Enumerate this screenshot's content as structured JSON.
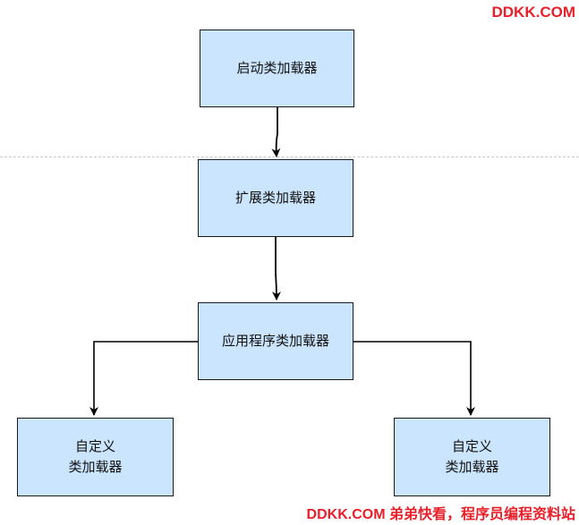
{
  "nodes": {
    "bootstrap": "启动类加载器",
    "extension": "扩展类加载器",
    "application": "应用程序类加载器",
    "custom_left": "自定义\n类加载器",
    "custom_right": "自定义\n类加载器"
  },
  "watermarks": {
    "top": "DDKK.COM",
    "bottom": "DDKK.COM 弟弟快看，程序员编程资料站"
  },
  "colors": {
    "node_fill": "#cce5ff",
    "node_border": "#1a1a1a",
    "watermark": "#e8202a"
  }
}
